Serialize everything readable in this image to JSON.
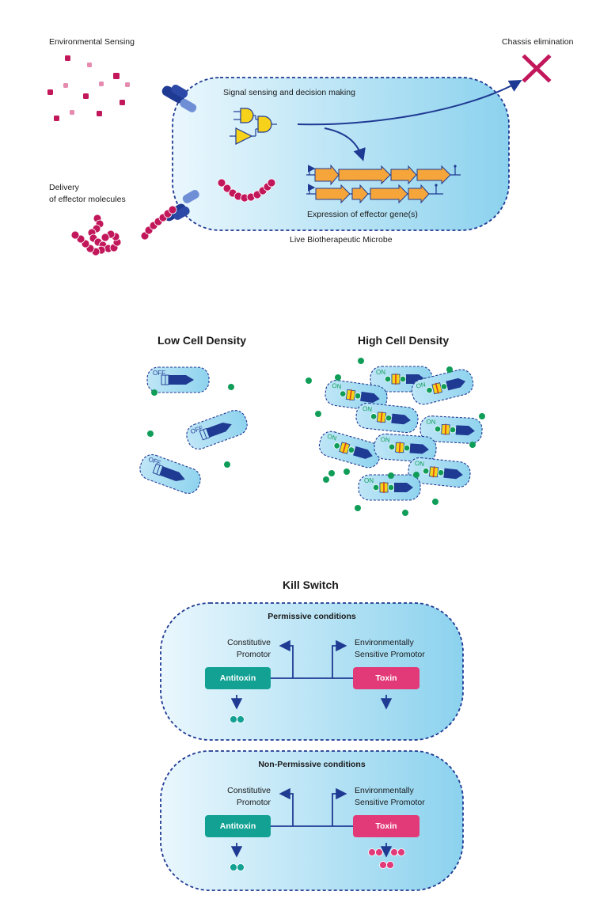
{
  "colors": {
    "cell_fill_light": "#e8f6fc",
    "cell_fill_dark": "#8fd3ee",
    "cell_border": "#1f3a93",
    "magenta": "#c2185b",
    "pink_light": "#e58bb0",
    "orange_gene": "#f5a53a",
    "yellow_gate": "#f7d21a",
    "navy": "#1f3a93",
    "green_dot": "#0f9d58",
    "teal": "#12a193",
    "toxin_pink": "#e23a78"
  },
  "overview": {
    "environmental_sensing": "Environmental Sensing",
    "chassis_elimination": "Chassis elimination",
    "signal_sensing": "Signal sensing and decision making",
    "delivery_line1": "Delivery",
    "delivery_line2": "of effector molecules",
    "expression": "Expression of effector gene(s)",
    "microbe_label": "Live Biotherapeutic Microbe"
  },
  "density": {
    "low_title": "Low Cell Density",
    "high_title": "High Cell Density",
    "off_label": "OFF",
    "on_label": "ON"
  },
  "kill_switch": {
    "title": "Kill Switch",
    "panels": [
      {
        "heading": "Permissive conditions",
        "constitutive_line1": "Constitutive",
        "constitutive_line2": "Promotor",
        "env_line1": "Environmentally",
        "env_line2": "Sensitive Promotor",
        "antitoxin": "Antitoxin",
        "toxin": "Toxin"
      },
      {
        "heading": "Non-Permissive conditions",
        "constitutive_line1": "Constitutive",
        "constitutive_line2": "Promotor",
        "env_line1": "Environmentally",
        "env_line2": "Sensitive Promotor",
        "antitoxin": "Antitoxin",
        "toxin": "Toxin"
      }
    ]
  }
}
